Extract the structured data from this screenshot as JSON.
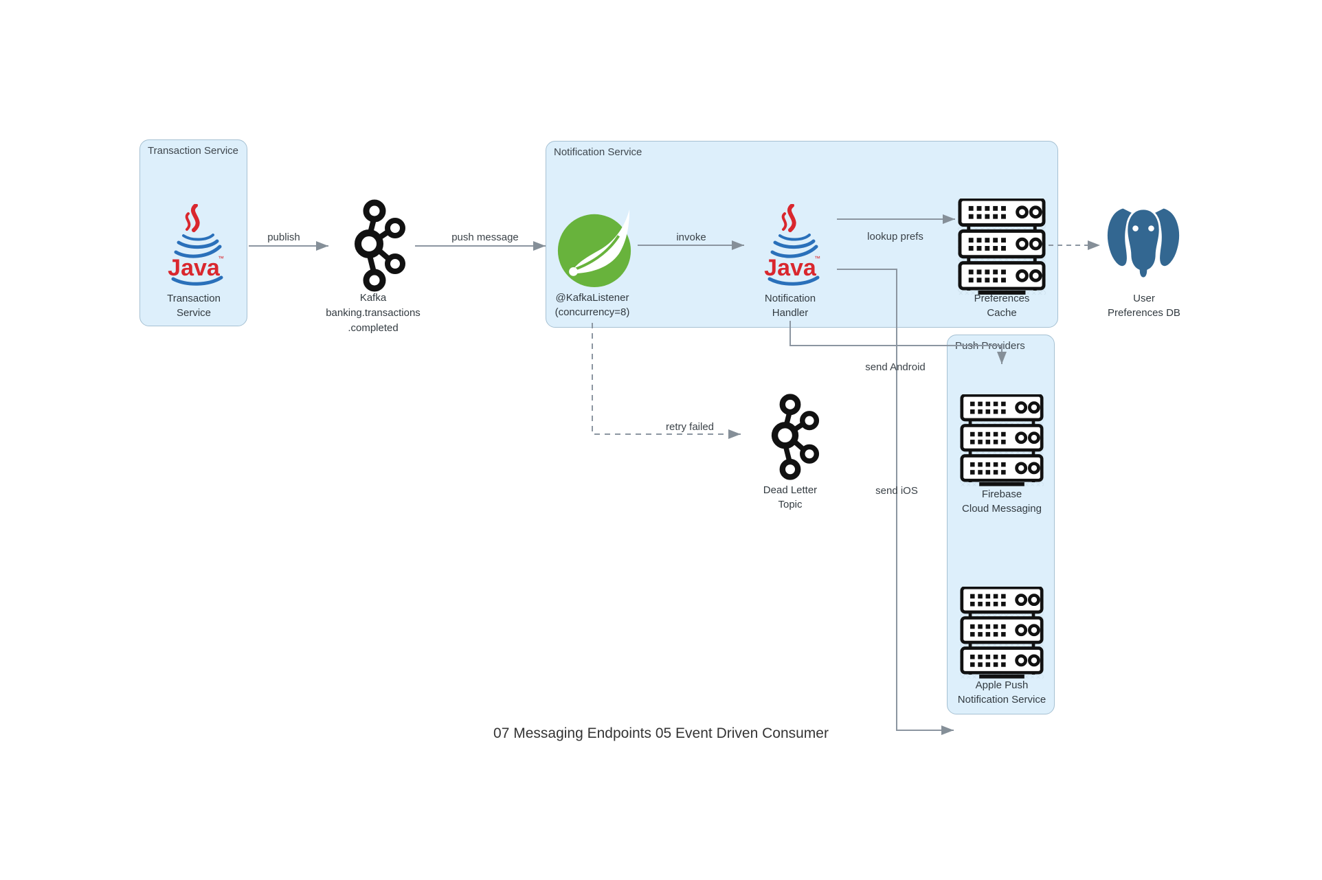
{
  "title": "07 Messaging Endpoints 05 Event Driven Consumer",
  "groups": {
    "transaction": {
      "label": "Transaction Service"
    },
    "notification": {
      "label": "Notification Service"
    },
    "push_providers": {
      "label": "Push Providers"
    }
  },
  "nodes": {
    "transaction_service": {
      "icon": "java-icon",
      "lines": [
        "Transaction",
        "Service"
      ]
    },
    "kafka_topic": {
      "icon": "kafka-icon",
      "lines": [
        "Kafka",
        "banking.transactions",
        ".completed"
      ]
    },
    "kafka_listener": {
      "icon": "spring-icon",
      "lines": [
        "@KafkaListener",
        "(concurrency=8)"
      ]
    },
    "notification_handler": {
      "icon": "java-icon",
      "lines": [
        "Notification",
        "Handler"
      ]
    },
    "preferences_cache": {
      "icon": "server-stack-icon",
      "lines": [
        "Preferences",
        "Cache"
      ]
    },
    "user_preferences_db": {
      "icon": "postgresql-icon",
      "lines": [
        "User",
        "Preferences DB"
      ]
    },
    "dead_letter_topic": {
      "icon": "kafka-icon",
      "lines": [
        "Dead Letter",
        "Topic"
      ]
    },
    "firebase_cloud_messaging": {
      "icon": "server-stack-icon",
      "lines": [
        "Firebase",
        "Cloud Messaging"
      ]
    },
    "apple_push_notification_service": {
      "icon": "server-stack-icon",
      "lines": [
        "Apple Push",
        "Notification Service"
      ]
    }
  },
  "edges": {
    "publish": {
      "label": "publish",
      "style": "solid"
    },
    "push_message": {
      "label": "push message",
      "style": "solid"
    },
    "invoke": {
      "label": "invoke",
      "style": "solid"
    },
    "lookup_prefs": {
      "label": "lookup prefs",
      "style": "solid"
    },
    "cache_to_db": {
      "label": "",
      "style": "dashed"
    },
    "retry_failed": {
      "label": "retry failed",
      "style": "dashed"
    },
    "send_android": {
      "label": "send Android",
      "style": "solid"
    },
    "send_ios": {
      "label": "send iOS",
      "style": "solid"
    }
  },
  "colors": {
    "group_fill": "#ddeffb",
    "group_border": "#a5c0d2",
    "arrow_gray": "#8b95a0",
    "text": "#3b4248",
    "spring_green": "#68b33c",
    "java_red": "#d9272e",
    "java_blue": "#2a70ba",
    "kafka_black": "#111111",
    "postgresql_blue": "#336791"
  }
}
